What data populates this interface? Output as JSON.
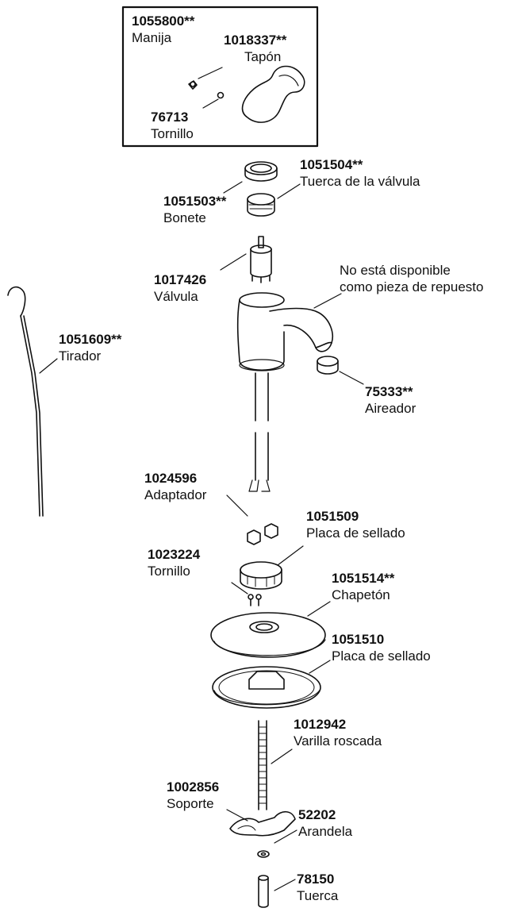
{
  "parts": {
    "handle": {
      "number": "1055800**",
      "name": "Manija"
    },
    "cap": {
      "number": "1018337**",
      "name": "Tapón"
    },
    "handle_screw": {
      "number": "76713",
      "name": "Tornillo"
    },
    "valve_nut": {
      "number": "1051504**",
      "name": "Tuerca de la válvula"
    },
    "bonnet": {
      "number": "1051503**",
      "name": "Bonete"
    },
    "valve": {
      "number": "1017426",
      "name": "Válvula"
    },
    "lift_rod": {
      "number": "1051609**",
      "name": "Tirador"
    },
    "aerator": {
      "number": "75333**",
      "name": "Aireador"
    },
    "adapter": {
      "number": "1024596",
      "name": "Adaptador"
    },
    "sealing_plate_1": {
      "number": "1051509",
      "name": "Placa de sellado"
    },
    "mount_screw": {
      "number": "1023224",
      "name": "Tornillo"
    },
    "escutcheon": {
      "number": "1051514**",
      "name": "Chapetón"
    },
    "sealing_plate_2": {
      "number": "1051510",
      "name": "Placa de sellado"
    },
    "threaded_rod": {
      "number": "1012942",
      "name": "Varilla roscada"
    },
    "bracket": {
      "number": "1002856",
      "name": "Soporte"
    },
    "washer": {
      "number": "52202",
      "name": "Arandela"
    },
    "nut": {
      "number": "78150",
      "name": "Tuerca"
    }
  },
  "spout_note": {
    "line1": "No está disponible",
    "line2": "como pieza de repuesto"
  }
}
